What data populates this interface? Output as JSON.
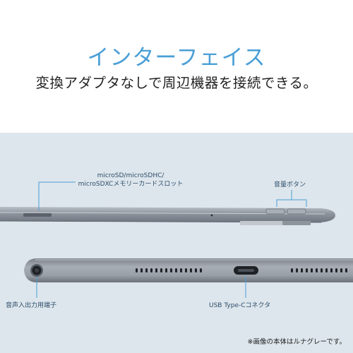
{
  "header": {
    "title": "インターフェイス",
    "subtitle": "変換アダプタなしで周辺機器を接続できる。"
  },
  "callouts": {
    "sd_slot_line1": "microSD/microSDHC/",
    "sd_slot_line2": "microSDXCメモリーカードスロット",
    "volume_buttons": "音量ボタン",
    "audio_jack": "音声入出力用端子",
    "usb_port": "USB Type-Cコネクタ"
  },
  "footnote": "※画像の本体はルナグレーです。",
  "colors": {
    "accent": "#4a9fd6",
    "panel_background": "#dde6ec",
    "device_body": "#8f96a0"
  }
}
